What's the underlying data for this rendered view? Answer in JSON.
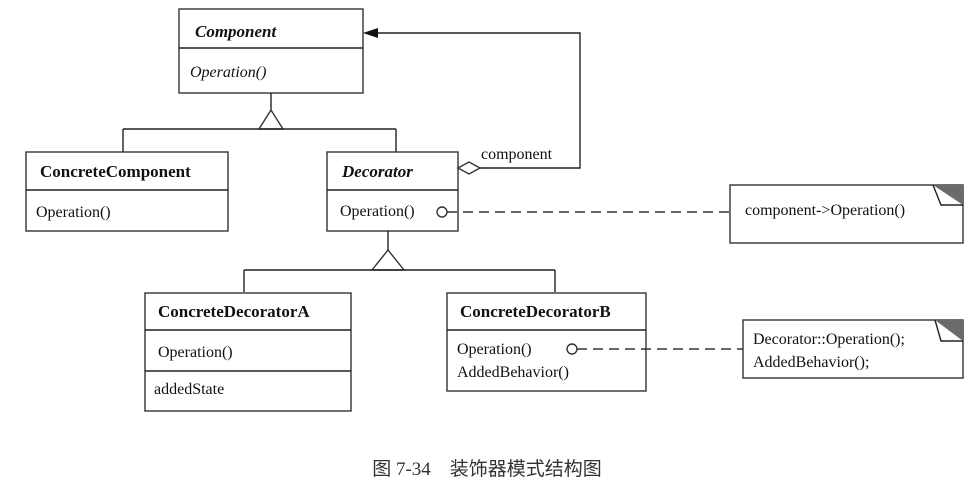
{
  "diagram": {
    "classes": {
      "component": {
        "name": "Component",
        "abstract": true,
        "operations": [
          "Operation()"
        ]
      },
      "concrete_component": {
        "name": "ConcreteComponent",
        "operations": [
          "Operation()"
        ]
      },
      "decorator": {
        "name": "Decorator",
        "abstract": true,
        "operations": [
          "Operation()"
        ]
      },
      "concrete_decorator_a": {
        "name": "ConcreteDecoratorA",
        "operations": [
          "Operation()"
        ],
        "attributes": [
          "addedState"
        ]
      },
      "concrete_decorator_b": {
        "name": "ConcreteDecoratorB",
        "operations": [
          "Operation()",
          "AddedBehavior()"
        ]
      }
    },
    "association_label": "component",
    "notes": {
      "decorator_note": [
        "component->Operation()"
      ],
      "decorator_b_note": [
        "Decorator::Operation();",
        "AddedBehavior();"
      ]
    },
    "relations": [
      {
        "type": "inheritance",
        "parent": "Component",
        "children": [
          "ConcreteComponent",
          "Decorator"
        ]
      },
      {
        "type": "aggregation",
        "from": "Decorator",
        "to": "Component",
        "role": "component"
      },
      {
        "type": "inheritance",
        "parent": "Decorator",
        "children": [
          "ConcreteDecoratorA",
          "ConcreteDecoratorB"
        ]
      }
    ]
  },
  "caption": "图 7-34    装饰器模式结构图"
}
